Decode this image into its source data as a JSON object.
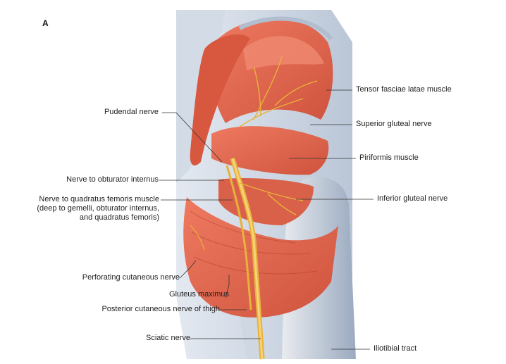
{
  "panel_label": "A",
  "labels": {
    "tensor_fasciae_latae": "Tensor fasciae latae muscle",
    "superior_gluteal_nerve": "Superior gluteal nerve",
    "piriformis": "Piriformis muscle",
    "inferior_gluteal_nerve": "Inferior gluteal nerve",
    "iliotibial_tract": "Iliotibial tract",
    "pudendal_nerve": "Pudendal nerve",
    "nerve_obturator_internus": "Nerve to obturator internus",
    "nerve_quadratus_femoris": "Nerve to quadratus femoris muscle (deep to gemelli, obturator internus, and quadratus femoris)",
    "perforating_cutaneous": "Perforating cutaneous nerve",
    "gluteus_maximus": "Gluteus maximus",
    "posterior_cutaneous_thigh": "Posterior cutaneous nerve of thigh",
    "sciatic_nerve": "Sciatic nerve"
  },
  "colors": {
    "muscle": "#e0654e",
    "muscle_dark": "#c24a37",
    "muscle_light": "#f08a70",
    "fascia": "#c9d3e0",
    "fascia_dark": "#8fa2bb",
    "nerve": "#e8b23a",
    "nerve_light": "#f6d27a",
    "bone": "#d9d6cc"
  }
}
